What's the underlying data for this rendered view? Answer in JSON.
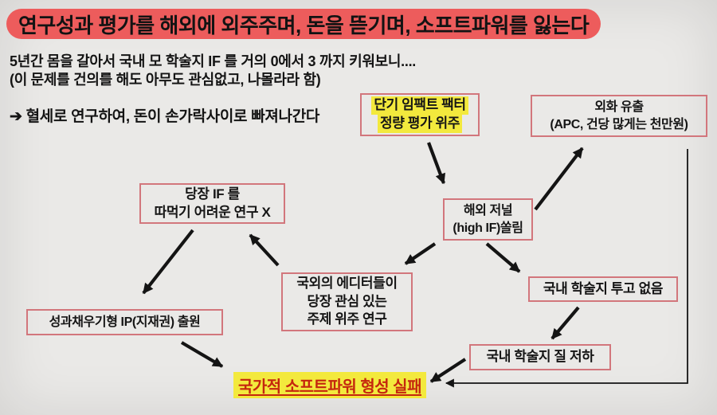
{
  "title": {
    "text": "연구성과 평가를 해외에 외주주며, 돈을 뜯기며, 소프트파워를 잃는다"
  },
  "intro": {
    "line1": "5년간 몸을 갈아서 국내 모 학술지 IF 를 거의 0에서 3 까지 키워보니....",
    "line2": "(이 문제를 건의를 해도 아무도 관심없고, 나몰라라 함)",
    "bullet": "➔ 혈세로 연구하여, 돈이 손가락사이로 빠져나간다"
  },
  "nodes": {
    "impact_factor": {
      "lines": [
        "단기 임팩트 팩터",
        "정량 평가 위주"
      ],
      "highlighted": true
    },
    "forex_outflow": {
      "lines": [
        "외화 유출",
        "(APC, 건당 많게는 천만원)"
      ],
      "highlighted": false
    },
    "hard_research": {
      "lines": [
        "당장 IF 를",
        "따먹기 어려운 연구 X"
      ],
      "highlighted": false
    },
    "foreign_journal": {
      "lines": [
        "해외 저널",
        "(high IF)쏠림"
      ],
      "highlighted": false
    },
    "foreign_editors": {
      "lines": [
        "국외의 에디터들이",
        "당장 관심 있는",
        "주제 위주 연구"
      ],
      "highlighted": false
    },
    "no_domestic_submission": {
      "lines": [
        "국내 학술지 투고 없음"
      ],
      "highlighted": false
    },
    "ip_filing": {
      "lines": [
        "성과채우기형 IP(지재권) 출원"
      ],
      "highlighted": false
    },
    "journal_quality_decline": {
      "lines": [
        "국내 학술지 질 저하"
      ],
      "highlighted": false
    },
    "softpower_failure": {
      "text": "국가적 소프트파워 형성 실패",
      "highlighted": true
    }
  },
  "colors": {
    "background": "#eae9e7",
    "title_highlight": "#ed5c5c",
    "yellow_highlight": "#f3e93d",
    "box_border": "#d2767c",
    "failure_text": "#c5260e",
    "ink": "#141414"
  }
}
